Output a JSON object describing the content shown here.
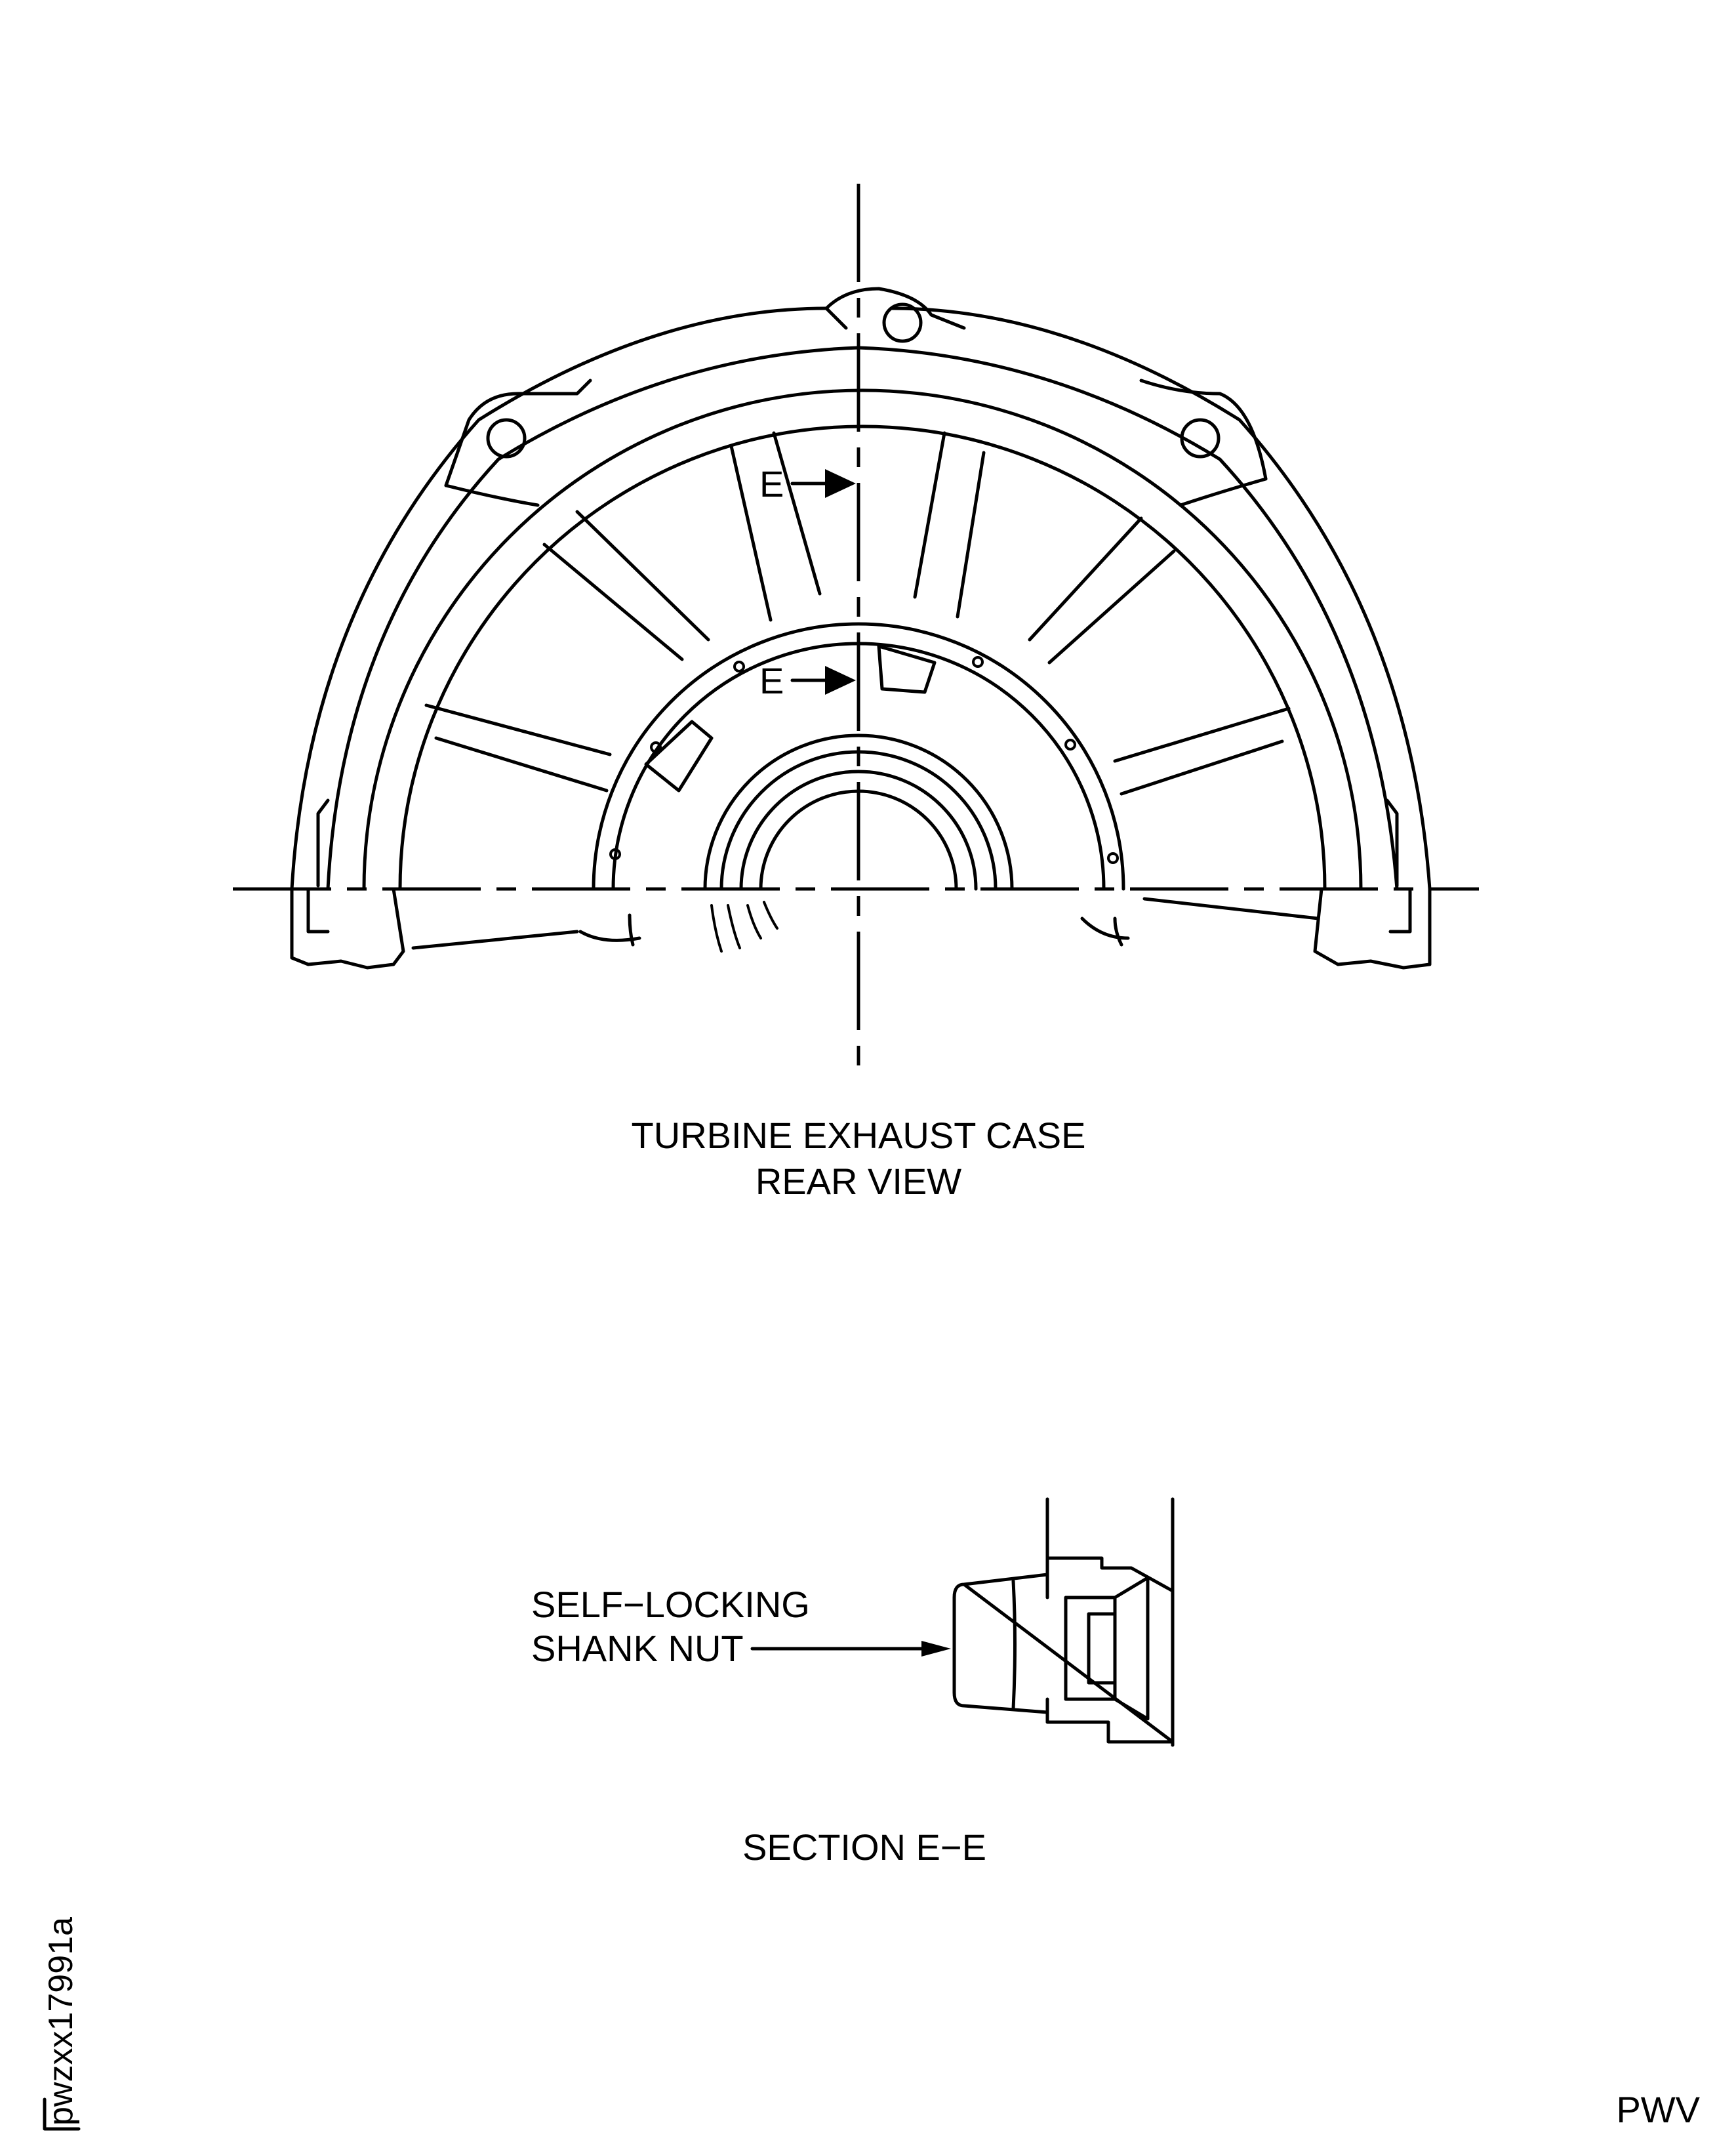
{
  "view_title_line1": "TURBINE EXHAUST CASE",
  "view_title_line2": "REAR VIEW",
  "section_marker_upper": "E",
  "section_marker_lower": "E",
  "callout_line1": "SELF−LOCKING",
  "callout_line2": "SHANK NUT",
  "section_title": "SECTION E−E",
  "figure_id": "pwzxx17991a",
  "publisher_code": "PWV"
}
